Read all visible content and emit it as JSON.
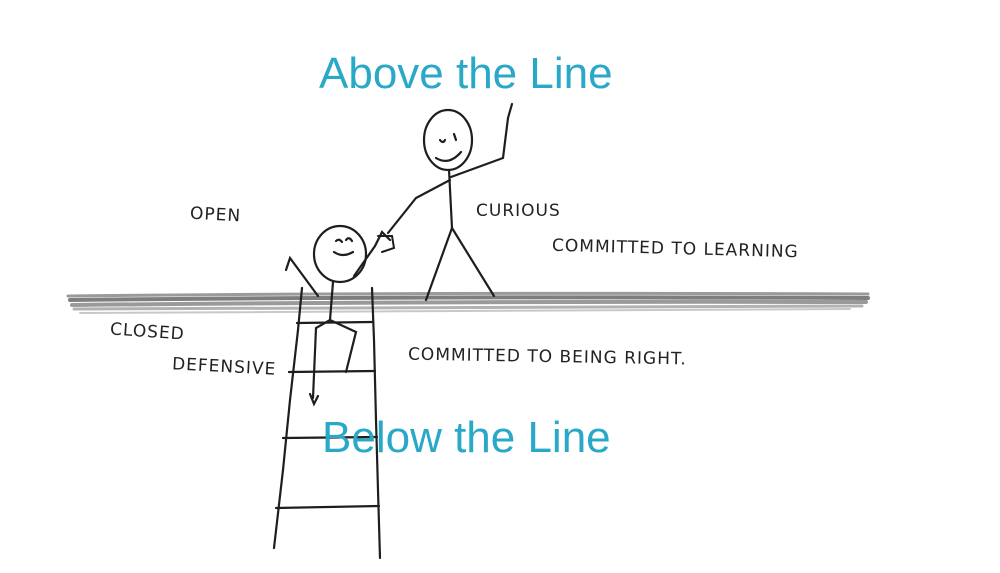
{
  "titles": {
    "above": "Above the Line",
    "below": "Below the Line"
  },
  "labels": {
    "open": "OPEN",
    "curious": "CURIOUS",
    "committed_learning": "COMMITTED TO LEARNING",
    "closed": "CLOSED",
    "defensive": "DEFENSIVE",
    "committed_right": "COMMITTED TO BEING RIGHT."
  },
  "colors": {
    "title": "#29a8c8",
    "sketch": "#1e1e1e",
    "line_shading": "#8a8a8a"
  }
}
